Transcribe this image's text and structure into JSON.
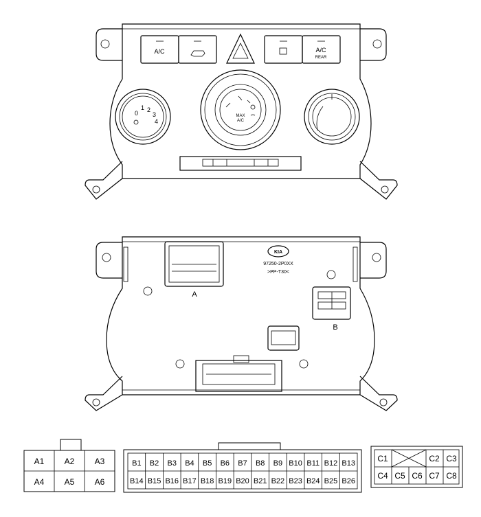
{
  "front_panel": {
    "buttons": [
      {
        "id": "ac",
        "label": "A/C"
      },
      {
        "id": "recirc",
        "label": ""
      },
      {
        "id": "hazard",
        "label": ""
      },
      {
        "id": "rear-defrost",
        "label": ""
      },
      {
        "id": "ac-rear",
        "label": "A/C",
        "sublabel": "REAR"
      }
    ],
    "fan_knob": {
      "positions": [
        "0",
        "1",
        "2",
        "3",
        "4"
      ]
    },
    "mode_knob": {
      "center_label_1": "MAX",
      "center_label_2": "A/C"
    }
  },
  "rear_panel": {
    "part_number": "97250-2P0XX",
    "material": ">PP-T30<",
    "logo": "KIA",
    "connector_labels": {
      "a": "A",
      "b": "B"
    }
  },
  "connectors": {
    "A": {
      "rows": [
        [
          "A1",
          "A2",
          "A3"
        ],
        [
          "A4",
          "A5",
          "A6"
        ]
      ]
    },
    "B": {
      "rows": [
        [
          "B1",
          "B2",
          "B3",
          "B4",
          "B5",
          "B6",
          "B7",
          "B8",
          "B9",
          "B10",
          "B11",
          "B12",
          "B13"
        ],
        [
          "B14",
          "B15",
          "B16",
          "B17",
          "B18",
          "B19",
          "B20",
          "B21",
          "B22",
          "B23",
          "B24",
          "B25",
          "B26"
        ]
      ]
    },
    "C": {
      "row1": [
        "C1",
        "",
        "C2",
        "C3"
      ],
      "row2": [
        "C4",
        "C5",
        "C6",
        "C7",
        "C8"
      ]
    }
  }
}
